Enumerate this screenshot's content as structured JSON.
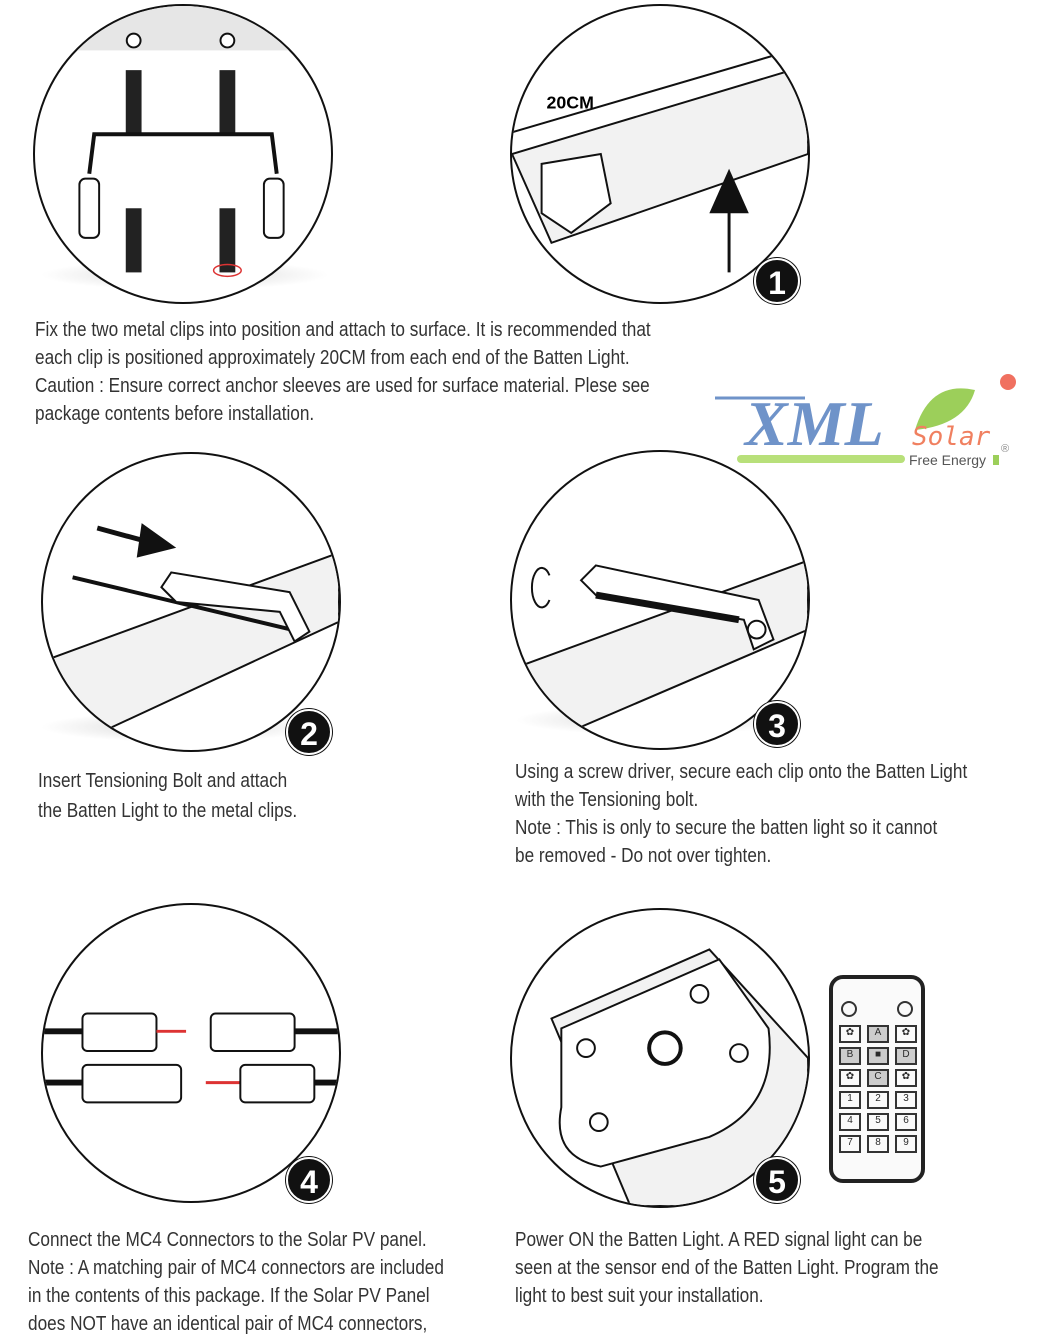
{
  "steps": [
    {
      "number": "1",
      "lines": [
        "Fix the two metal clips into position and attach to surface.   It is recommended that",
        "each clip is positioned approximately 20CM  from each end of the Batten Light.",
        "Caution : Ensure correct anchor sleeves are used for surface material. Plese see",
        "package contents before installation."
      ],
      "label": "20CM"
    },
    {
      "number": "2",
      "lines": [
        "Insert Tensioning Bolt and attach",
        "the Batten Light to the metal clips."
      ]
    },
    {
      "number": "3",
      "lines": [
        "Using a screw driver, secure each clip onto the Batten Light",
        "with the Tensioning bolt.",
        "Note : This is only to secure the batten light so it cannot",
        "be removed - Do not over tighten."
      ]
    },
    {
      "number": "4",
      "lines": [
        "Connect the MC4 Connectors to the Solar PV panel.",
        "Note : A matching pair of MC4 connectors are included",
        "in the contents of this package. If the Solar PV Panel",
        "does NOT have an identical pair of MC4 connectors,"
      ]
    },
    {
      "number": "5",
      "lines": [
        "Power ON the Batten Light.  A RED signal light can be",
        "seen at the sensor end of the Batten Light. Program the",
        "light to best suit your installation."
      ]
    }
  ],
  "logo": {
    "brand": "XML",
    "sub": "Solar",
    "tagline": "Free Energy",
    "mark": "®"
  },
  "remote": {
    "keys": [
      "A",
      "B",
      "■",
      "D",
      "C",
      "1",
      "2",
      "3",
      "4",
      "5",
      "6",
      "7",
      "8",
      "9"
    ]
  },
  "colors": {
    "brand_blue": "#6f93c9",
    "solar_orange": "#f08060",
    "green": "#9ccf5a"
  }
}
